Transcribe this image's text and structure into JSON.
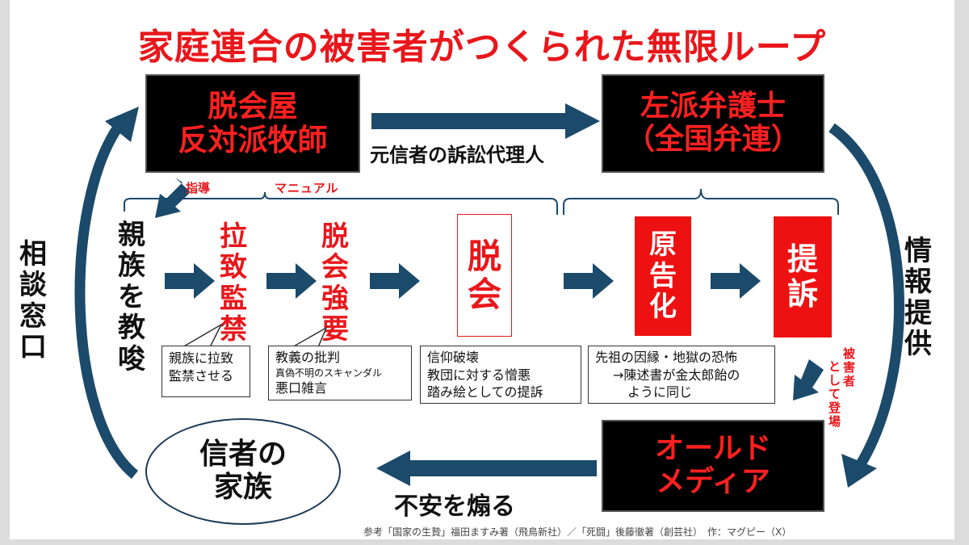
{
  "title": "家庭連合の被害者がつくられた無限ループ",
  "top_left_box": {
    "line1": "脱会屋",
    "line2": "反対派牧師"
  },
  "top_right_box": {
    "line1": "左派弁護士",
    "line2": "（全国弁連）"
  },
  "top_arrow_label": "元信者の訴訟代理人",
  "guide_label": "指導",
  "manual_label": "マニュアル",
  "left_side_label": [
    "相",
    "談",
    "窓",
    "口"
  ],
  "right_side_label": [
    "情",
    "報",
    "提",
    "供"
  ],
  "family_instigation": [
    "親",
    "族",
    "を",
    "教",
    "唆"
  ],
  "steps": [
    {
      "chars": [
        "拉",
        "致",
        "監",
        "禁"
      ]
    },
    {
      "chars": [
        "脱",
        "会",
        "強",
        "要"
      ]
    },
    {
      "chars": [
        "脱",
        "会"
      ]
    },
    {
      "chars": [
        "原",
        "告",
        "化"
      ]
    },
    {
      "chars": [
        "提",
        "訴"
      ]
    }
  ],
  "callouts": [
    {
      "lines": [
        "親族に拉致",
        "監禁させる"
      ]
    },
    {
      "line1": "教義の批判",
      "line2": "真偽不明のスキャンダル",
      "line3": "悪口雑言"
    },
    {
      "lines": [
        "信仰破壊",
        "教団に対する憎悪",
        "踏み絵としての提訴"
      ]
    },
    {
      "lines": [
        "先祖の因縁・地獄の恐怖",
        "→陳述書が金太郎飴の",
        "ように同じ"
      ]
    }
  ],
  "victim_label": [
    "被",
    "害",
    "者",
    "と",
    "し",
    "て",
    "登",
    "場"
  ],
  "bottom_right_box": {
    "line1": "オールド",
    "line2": "メディア"
  },
  "bottom_arrow_label": "不安を煽る",
  "family_ellipse": {
    "line1": "信者の",
    "line2": "家族"
  },
  "footer": "参考「国家の生贄」福田ますみ著（飛鳥新社）／「死闘」後藤徹著（創芸社）　作：マグピー（X）",
  "colors": {
    "red": "#e8171b",
    "arrow": "#1b4a6b",
    "box_black": "#000000"
  }
}
